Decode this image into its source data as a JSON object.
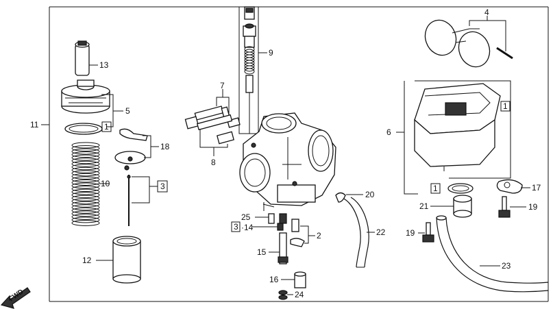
{
  "diagram": {
    "callouts": {
      "c1": "1",
      "c2": "2",
      "c3": "3",
      "c4": "4",
      "c5": "5",
      "c6": "6",
      "c7": "7",
      "c8": "8",
      "c9": "9",
      "c10": "10",
      "c11": "11",
      "c12": "12",
      "c13": "13",
      "c14": "14",
      "c15": "15",
      "c16": "16",
      "c17": "17",
      "c18": "18",
      "c19a": "19",
      "c19b": "19",
      "c20": "20",
      "c21": "21",
      "c22": "22",
      "c23": "23",
      "c24": "24",
      "c25": "25"
    },
    "boxed_labels": {
      "b1_slide": "1",
      "b1_gasket": "1",
      "b1_oring": "1",
      "b3_needle": "3",
      "b3_jet": "3"
    },
    "direction_label": "FWD"
  }
}
